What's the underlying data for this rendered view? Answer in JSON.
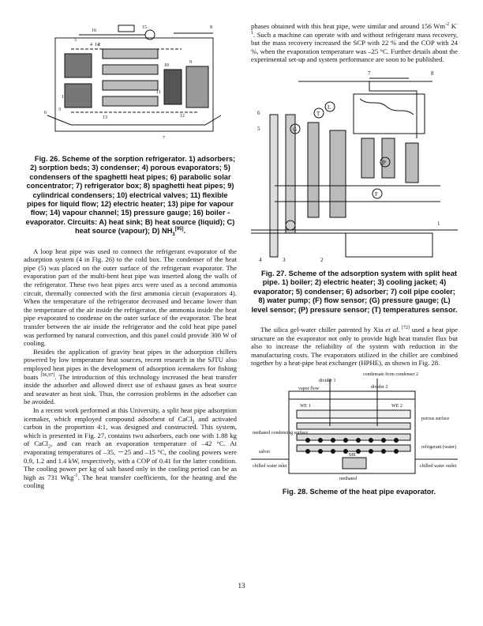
{
  "fig26": {
    "caption": "Fig. 26. Scheme of the sorption refrigerator. 1) adsorbers; 2) sorption beds; 3) condenser; 4) porous evaporators; 5) condensers of the spaghetti heat pipes; 6) parabolic solar concentrator; 7) refrigerator box; 8) spaghetti heat pipes; 9) cylindrical condensers; 10) electrical valves; 11) flexible pipes for liquid flow; 12) electric heater; 13) pipe for vapour flow; 14) vapour channel; 15) pressure gauge; 16) boiler - evaporator. Circuits: A) heat sink; B) heat source (liquid); C) heat source (vapour); D) NH",
    "caption_sub": "3",
    "caption_ref": "[95]",
    "caption_end": ".",
    "labels": [
      "16",
      "15",
      "5",
      "1",
      "4",
      "3",
      "2",
      "8",
      "7",
      "6",
      "10",
      "9",
      "11",
      "12",
      "13",
      "14"
    ]
  },
  "left_paragraphs": [
    {
      "a": "A loop heat pipe was used to connect the refrigerant evaporator of the adsorption system (4 in Fig. 26) to the cold box. The condenser of the heat pipe (5) was placed on the outer surface of the refrigerant evaporator. The evaporation part of the multi-bent heat pipe was inserted along the walls of the refrigerator. These two heat pipes arcs were used as a second ammonia circuit, thermally connected with the first ammonia circuit (evaporators 4). When the temperature of the refrigerator decreased and became lower than the temperature of the air inside the refrigerator, the ammonia inside the heat pipe evaporated to condense on the outer surface of the evaporator. The heat transfer between the air inside the refrigerator and the cold heat pipe panel was performed by natural convection, and this panel could provide 300 W of cooling."
    },
    {
      "a": "Besides the application of gravity heat pipes in the adsorption chillers powered by low temperature heat sources, recent research in the SJTU also employed heat pipes in the development of adsorption icemakers for fishing boats ",
      "ref": "[96,97]",
      "b": ". The introduction of this technology increased the heat transfer inside the adsorber and allowed direct use of exhaust gases as heat source and seawater as heat sink. Thus, the corrosion problems in the adsorber can be avoided."
    },
    {
      "a": "In a recent work performed at this University, a split heat pipe adsorption icemaker, which employed compound adsorbent of CaCl",
      "sub": "2",
      "b": " and activated carbon in the proportion 4:1, was designed and constructed. This system, which is presented in Fig. 27, contains two adsorbers, each one with 1.88 kg of CaCl",
      "sub2": "2",
      "c": ", and can reach an evaporation temperature of –42 °C. At evaporating temperatures of –35, －25 and –15 °C, the cooling powers were 0.9, 1.2 and 1.4 kW, respectively, with a COP of 0.41 for the latter condition. The cooling power per kg of salt based only in the cooling period can be as high as 731 Wkg",
      "sup": "-1",
      "d": ". The heat transfer coefficients, for the heating and the cooling"
    }
  ],
  "right_top": {
    "a": "phases obtained with this heat pipe, were similar and around 156 Wm",
    "sup1": "-2",
    "b": " K",
    "sup2": "-1",
    "c": ". Such a machine can operate with and without refrigerant mass recovery, but the mass recovery increased the SCP with 22 % and the COP with 24 %, when the evaporation temperature was –25 °C. Further details about the experimental set-up and system performance are soon to be published."
  },
  "fig27": {
    "caption": "Fig. 27. Scheme of the adsorption system with split heat pipe. 1) boiler; 2) electric heater; 3) cooling jacket; 4) evaporator; 5) condenser; 6) adsorber; 7) coil pipe cooler; 8) water pump; (F) flow sensor; (G) pressure gauge; (L) level sensor; (P) pressure sensor; (T) temperatures sensor.",
    "labels": [
      "7",
      "8",
      "6",
      "5",
      "4",
      "3",
      "2",
      "1",
      "T",
      "P",
      "L",
      "F",
      "G"
    ]
  },
  "right_para": {
    "a": "The silica gel-water chiller patented by Xia ",
    "em": "et al.",
    "ref": " [72]",
    "b": " used a heat pipe structure on the evaporator not only to provide high heat transfer flux but also to increase the reliability of the system with reduction in the manufacturing costs. The evaporators utilized in the chiller are combined together by a heat-pipe heat exchanger (HPHE), as shown in Fig. 28."
  },
  "fig28": {
    "caption": "Fig. 28. Scheme of the heat pipe evaporator.",
    "labels": {
      "condensate": "condensate from condenser 2",
      "divider1": "divider 1",
      "divider2": "divider 2",
      "vapor_flow": "vapor flow",
      "we1": "WE 1",
      "we2": "WE 2",
      "porous": "porous surface",
      "methanol_cond": "methanol condensing surface",
      "refrigerant": "refrigerant (water)",
      "salver": "salver",
      "me": "ME",
      "chilled_in": "chilled water inlet",
      "chilled_out": "chilled water outlet",
      "methanol": "methanol"
    }
  },
  "page_number": "13"
}
